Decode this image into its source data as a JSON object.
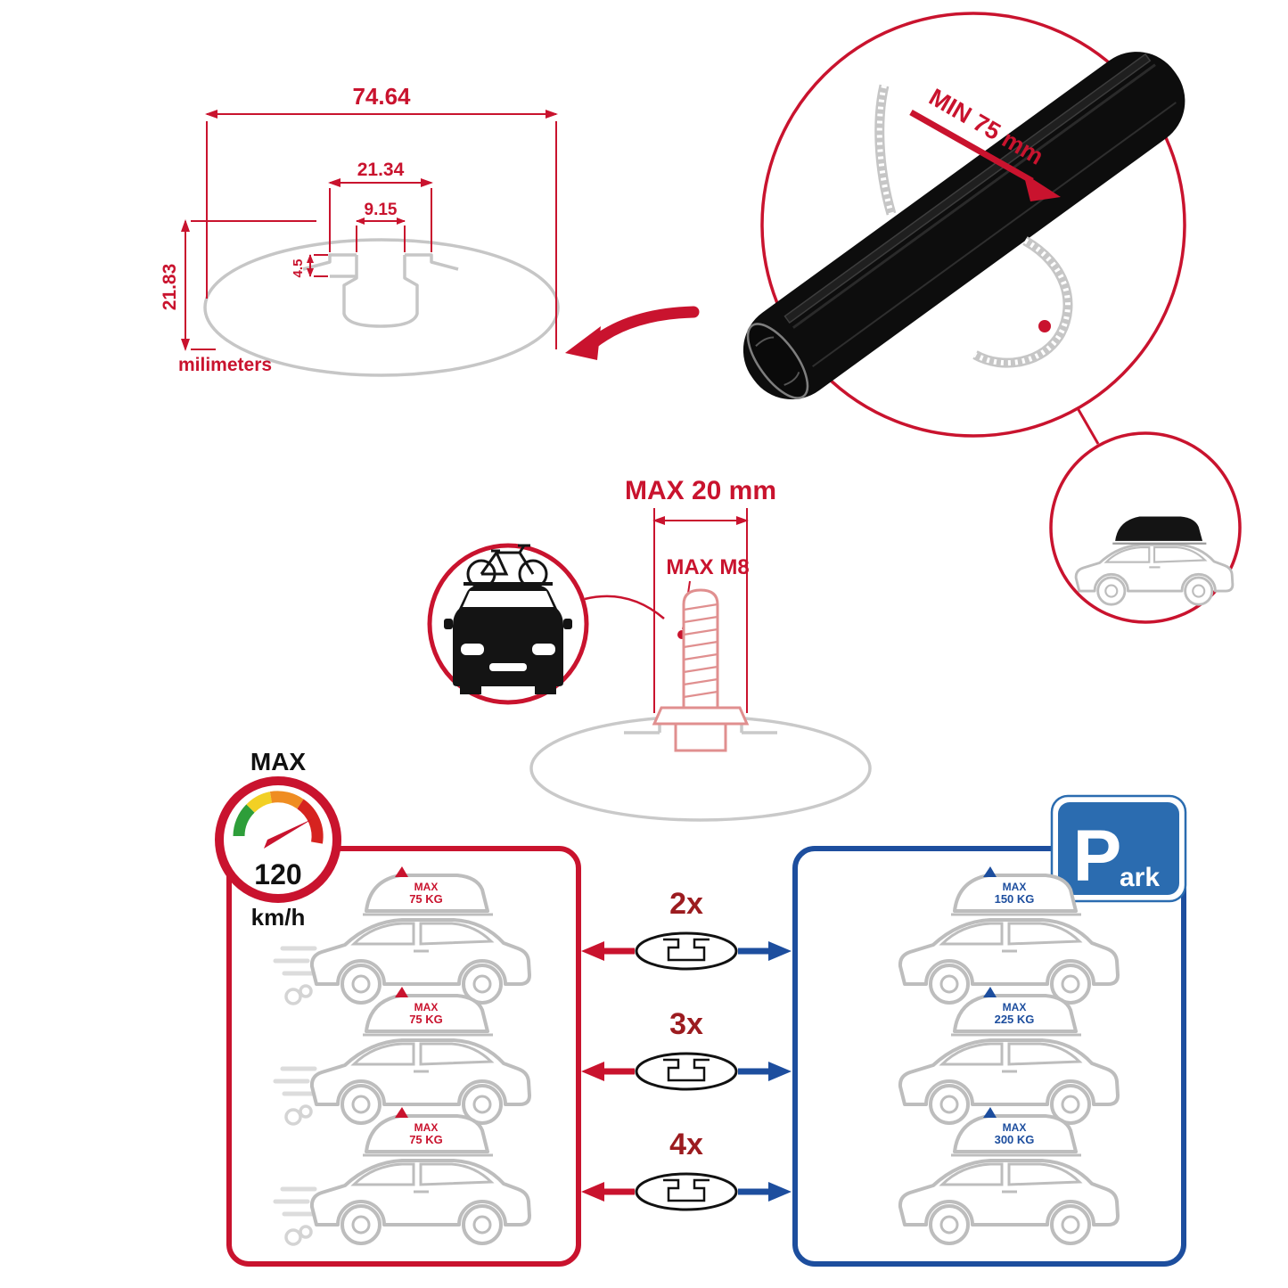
{
  "accent": {
    "red": "#c9132e",
    "blue": "#1d4e9e",
    "gray": "#bdbdbd",
    "black": "#111111"
  },
  "cross_section": {
    "width_total": "74.64",
    "channel_outer_width": "21.34",
    "channel_inner_width": "9.15",
    "channel_depth": "4.5",
    "height_total": "21.83",
    "units": "milimeters"
  },
  "clamp": {
    "min_span": "MIN 75 mm"
  },
  "bolt": {
    "max_length": "MAX 20 mm",
    "max_thread": "MAX M8"
  },
  "speed_limit": {
    "label": "MAX",
    "value": "120",
    "units": "km/h"
  },
  "parking_sign": {
    "letter": "P",
    "rest": "ark"
  },
  "capacity_rows": [
    {
      "multiplier": "2x",
      "moving_max": "MAX",
      "moving_kg": "75 KG",
      "parked_max": "MAX",
      "parked_kg": "150 KG"
    },
    {
      "multiplier": "3x",
      "moving_max": "MAX",
      "moving_kg": "75 KG",
      "parked_max": "MAX",
      "parked_kg": "225 KG"
    },
    {
      "multiplier": "4x",
      "moving_max": "MAX",
      "moving_kg": "75 KG",
      "parked_max": "MAX",
      "parked_kg": "300 KG"
    }
  ],
  "icons": {
    "speedometer": "circular-gauge-with-needle",
    "parking": "blue-square-P-sign",
    "bicycle": "bicycle-line-art",
    "car_front": "car-front-silhouette",
    "suv_moving": "suv-side-with-motion-lines",
    "suv_parked": "suv-side",
    "roof_bag": "soft-cargo-bag",
    "roof_box": "black-roof-box",
    "crossbar": "aero-crossbar-3d",
    "bar_section": "ellipse-with-t-slot"
  }
}
